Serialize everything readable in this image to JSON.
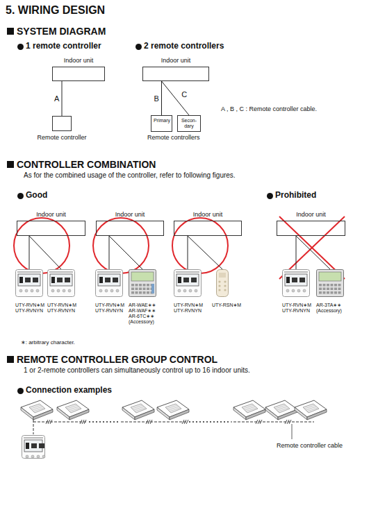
{
  "diagram": {
    "title": "5. WIRING DESIGN",
    "nodes": [
      {
        "text": [
          "Indoor unit"
        ]
      },
      {
        "text": [
          "Remote controller"
        ]
      },
      {
        "text": [
          "Indoor unit"
        ]
      },
      {
        "text": [
          "Primary"
        ]
      },
      {
        "text": [
          "Secon- dary"
        ]
      },
      {
        "text": [
          "Indoor unit"
        ]
      },
      {
        "text": [
          "UTY-RVN∗M UTY-RVNYN"
        ]
      },
      {
        "text": [
          "UTY-RVN∗M UTY-RVNYN"
        ]
      },
      {
        "text": [
          "Indoor unit"
        ]
      },
      {
        "text": [
          "UTY-RVN∗M UTY-RVNYN"
        ]
      },
      {
        "text": [
          "AR-WAE∗∗ AR-WAF∗∗ AR-6TC∗∗ (Accessory)"
        ]
      },
      {
        "text": [
          "Indoor unit"
        ]
      },
      {
        "text": [
          "UTY-RVN∗M UTY-RVNYN"
        ]
      },
      {
        "text": [
          "UTY-RSN∗M"
        ]
      },
      {
        "text": [
          "Indoor unit"
        ]
      },
      {
        "text": [
          "UTY-RVN∗M UTY-RVNYN"
        ]
      },
      {
        "text": [
          "AR-3TA∗∗ (Accessory)"
        ]
      }
    ],
    "edges": [
      {
        "from": 0,
        "to": 1,
        "arrow": "none",
        "label": "A"
      },
      {
        "from": 2,
        "to": 3,
        "arrow": "none",
        "label": "B"
      },
      {
        "from": 2,
        "to": 4,
        "arrow": "none",
        "label": "C"
      },
      {
        "from": 5,
        "to": 6,
        "arrow": "none"
      },
      {
        "from": 5,
        "to": 7,
        "arrow": "none"
      },
      {
        "from": 8,
        "to": 9,
        "arrow": "none"
      },
      {
        "from": 8,
        "to": 10,
        "arrow": "none"
      },
      {
        "from": 11,
        "to": 12,
        "arrow": "none"
      },
      {
        "from": 11,
        "to": 13,
        "arrow": "none"
      },
      {
        "from": 14,
        "to": 15,
        "arrow": "none"
      },
      {
        "from": 14,
        "to": 16,
        "arrow": "none"
      }
    ],
    "labels": [
      "SYSTEM DIAGRAM",
      "1 remote controller",
      "2 remote controllers",
      "A , B , C : Remote controller cable.",
      "Remote controllers",
      "CONTROLLER COMBINATION",
      "As for the combined usage of the controller, refer to following figures.",
      "Good",
      "Prohibited",
      "∗: arbitrary character.",
      "REMOTE CONTROLLER GROUP CONTROL",
      "1 or 2-remote controllers can simultaneously control up to 16 indoor units.",
      "Connection examples",
      "Remote controller cable"
    ]
  }
}
